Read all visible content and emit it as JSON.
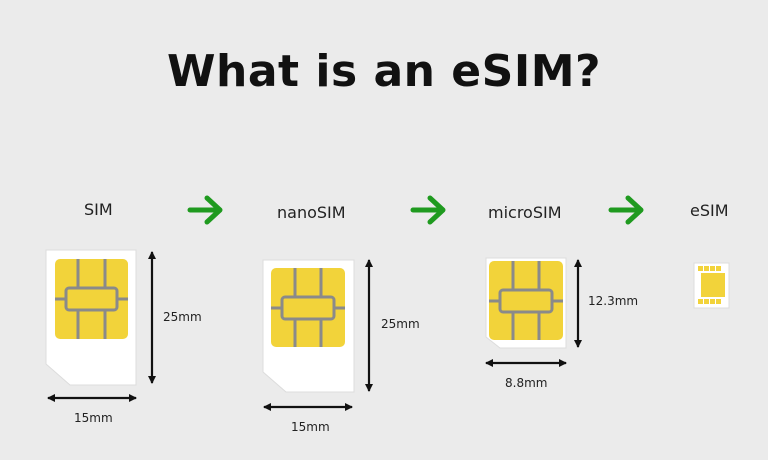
{
  "title": "What is an eSIM?",
  "cards": [
    {
      "name": "SIM",
      "width_label": "15mm",
      "height_label": "25mm"
    },
    {
      "name": "nanoSIM",
      "width_label": "15mm",
      "height_label": "25mm"
    },
    {
      "name": "microSIM",
      "width_label": "8.8mm",
      "height_label": "12.3mm"
    },
    {
      "name": "eSIM"
    }
  ],
  "colors": {
    "background": "#ebebeb",
    "card": "#ffffff",
    "chip_fill": "#f2d33a",
    "chip_lines": "#8a8a8a",
    "arrow_green": "#1f9a1f",
    "dimension": "#111111"
  },
  "icons": [
    "green-arrow-icon",
    "sim-chip-icon",
    "dimension-arrow-icon"
  ]
}
